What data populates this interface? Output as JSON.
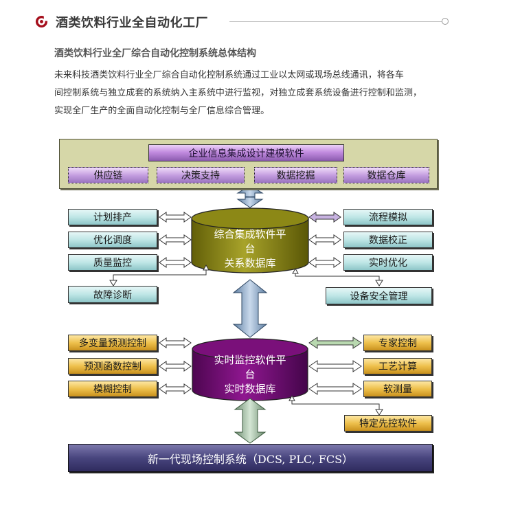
{
  "header": {
    "title": "酒类饮料行业全自动化工厂",
    "accent_color": "#a50f1c"
  },
  "intro": {
    "subtitle": "酒类饮料行业全厂综合自动化控制系统总体结构",
    "lines": [
      "未来科技酒类饮料行业全厂综合自动化控制系统通过工业以太网或现场总线通讯，将各车",
      "间控制系统与独立成套的系统纳入主系统中进行监视，对独立成套系统设备进行控制和监测，",
      "实现全厂生产的全面自动化控制与全厂信息综合管理。"
    ]
  },
  "diagram": {
    "enterprise": {
      "title": "企业信息集成设计建模软件",
      "modules": [
        "供应链",
        "决策支持",
        "数据挖掘",
        "数据仓库"
      ]
    },
    "integration_platform": {
      "label_line1": "综合集成软件平",
      "label_line2": "台",
      "label_line3": "关系数据库",
      "color": "#8e8a18",
      "left_modules": [
        "计划排产",
        "优化调度",
        "质量监控",
        "故障诊断"
      ],
      "right_modules": [
        "流程模拟",
        "数据校正",
        "实时优化",
        "设备安全管理"
      ]
    },
    "realtime_platform": {
      "label_line1": "实时监控软件平",
      "label_line2": "台",
      "label_line3": "实时数据库",
      "color": "#7b0d7b",
      "left_modules": [
        "多变量预测控制",
        "预测函数控制",
        "模糊控制"
      ],
      "right_modules": [
        "专家控制",
        "工艺计算",
        "软测量",
        "特定先控软件"
      ]
    },
    "field_system": {
      "label": "新一代现场控制系统（DCS, PLC, FCS）"
    }
  }
}
